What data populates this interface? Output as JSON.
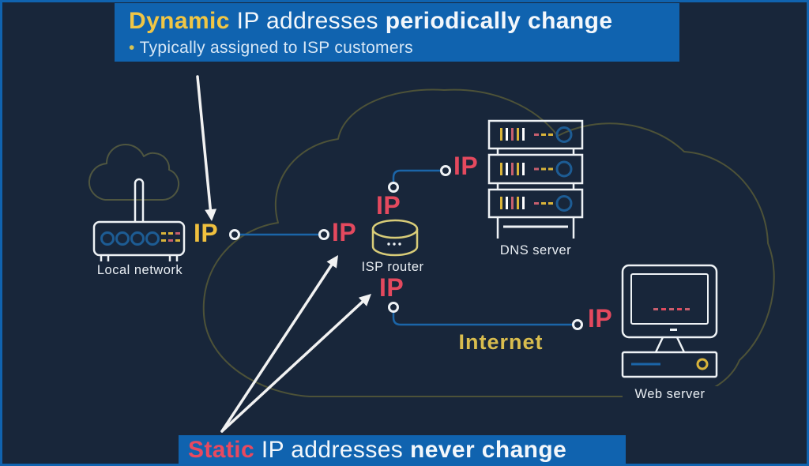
{
  "title_banner": {
    "highlight": "Dynamic",
    "text": "IP addresses",
    "emphasis": "periodically change",
    "subtitle_bullet": "•",
    "subtitle": "Typically assigned to ISP customers"
  },
  "footer_banner": {
    "highlight": "Static",
    "text": "IP addresses",
    "emphasis": "never change"
  },
  "nodes": {
    "local_network": {
      "label": "Local network",
      "ip": "IP"
    },
    "isp_router": {
      "label": "ISP router",
      "ip_wan": "IP",
      "ip_dns_link": "IP",
      "ip_web_link": "IP"
    },
    "dns_server": {
      "label": "DNS server",
      "ip": "IP"
    },
    "web_server": {
      "label": "Web server",
      "ip": "IP"
    },
    "internet": {
      "label": "Internet"
    }
  },
  "icons": [
    "internet-cloud-icon",
    "local-cloud-icon",
    "wifi-router-icon",
    "isp-router-cylinder-icon",
    "dns-server-rack-icon",
    "web-server-computer-icon",
    "connection-node-circles",
    "pointer-arrows"
  ],
  "colors": {
    "background": "#18263a",
    "frame_blue": "#1063af",
    "banner_blue": "#1063af",
    "dynamic_yellow": "#f0c645",
    "static_red": "#e8495f",
    "ip_yellow": "#f0c03e",
    "ip_red": "#e4495e",
    "link_blue": "#1b65a8",
    "cloud_outline_olive": "#4d5238",
    "device_white": "#eef2f5",
    "accent_yellow": "#d9b43a",
    "accent_pink": "#c75f6e",
    "port_circle_blue": "#1d5c94",
    "cylinder_yellow": "#d8cc78"
  }
}
